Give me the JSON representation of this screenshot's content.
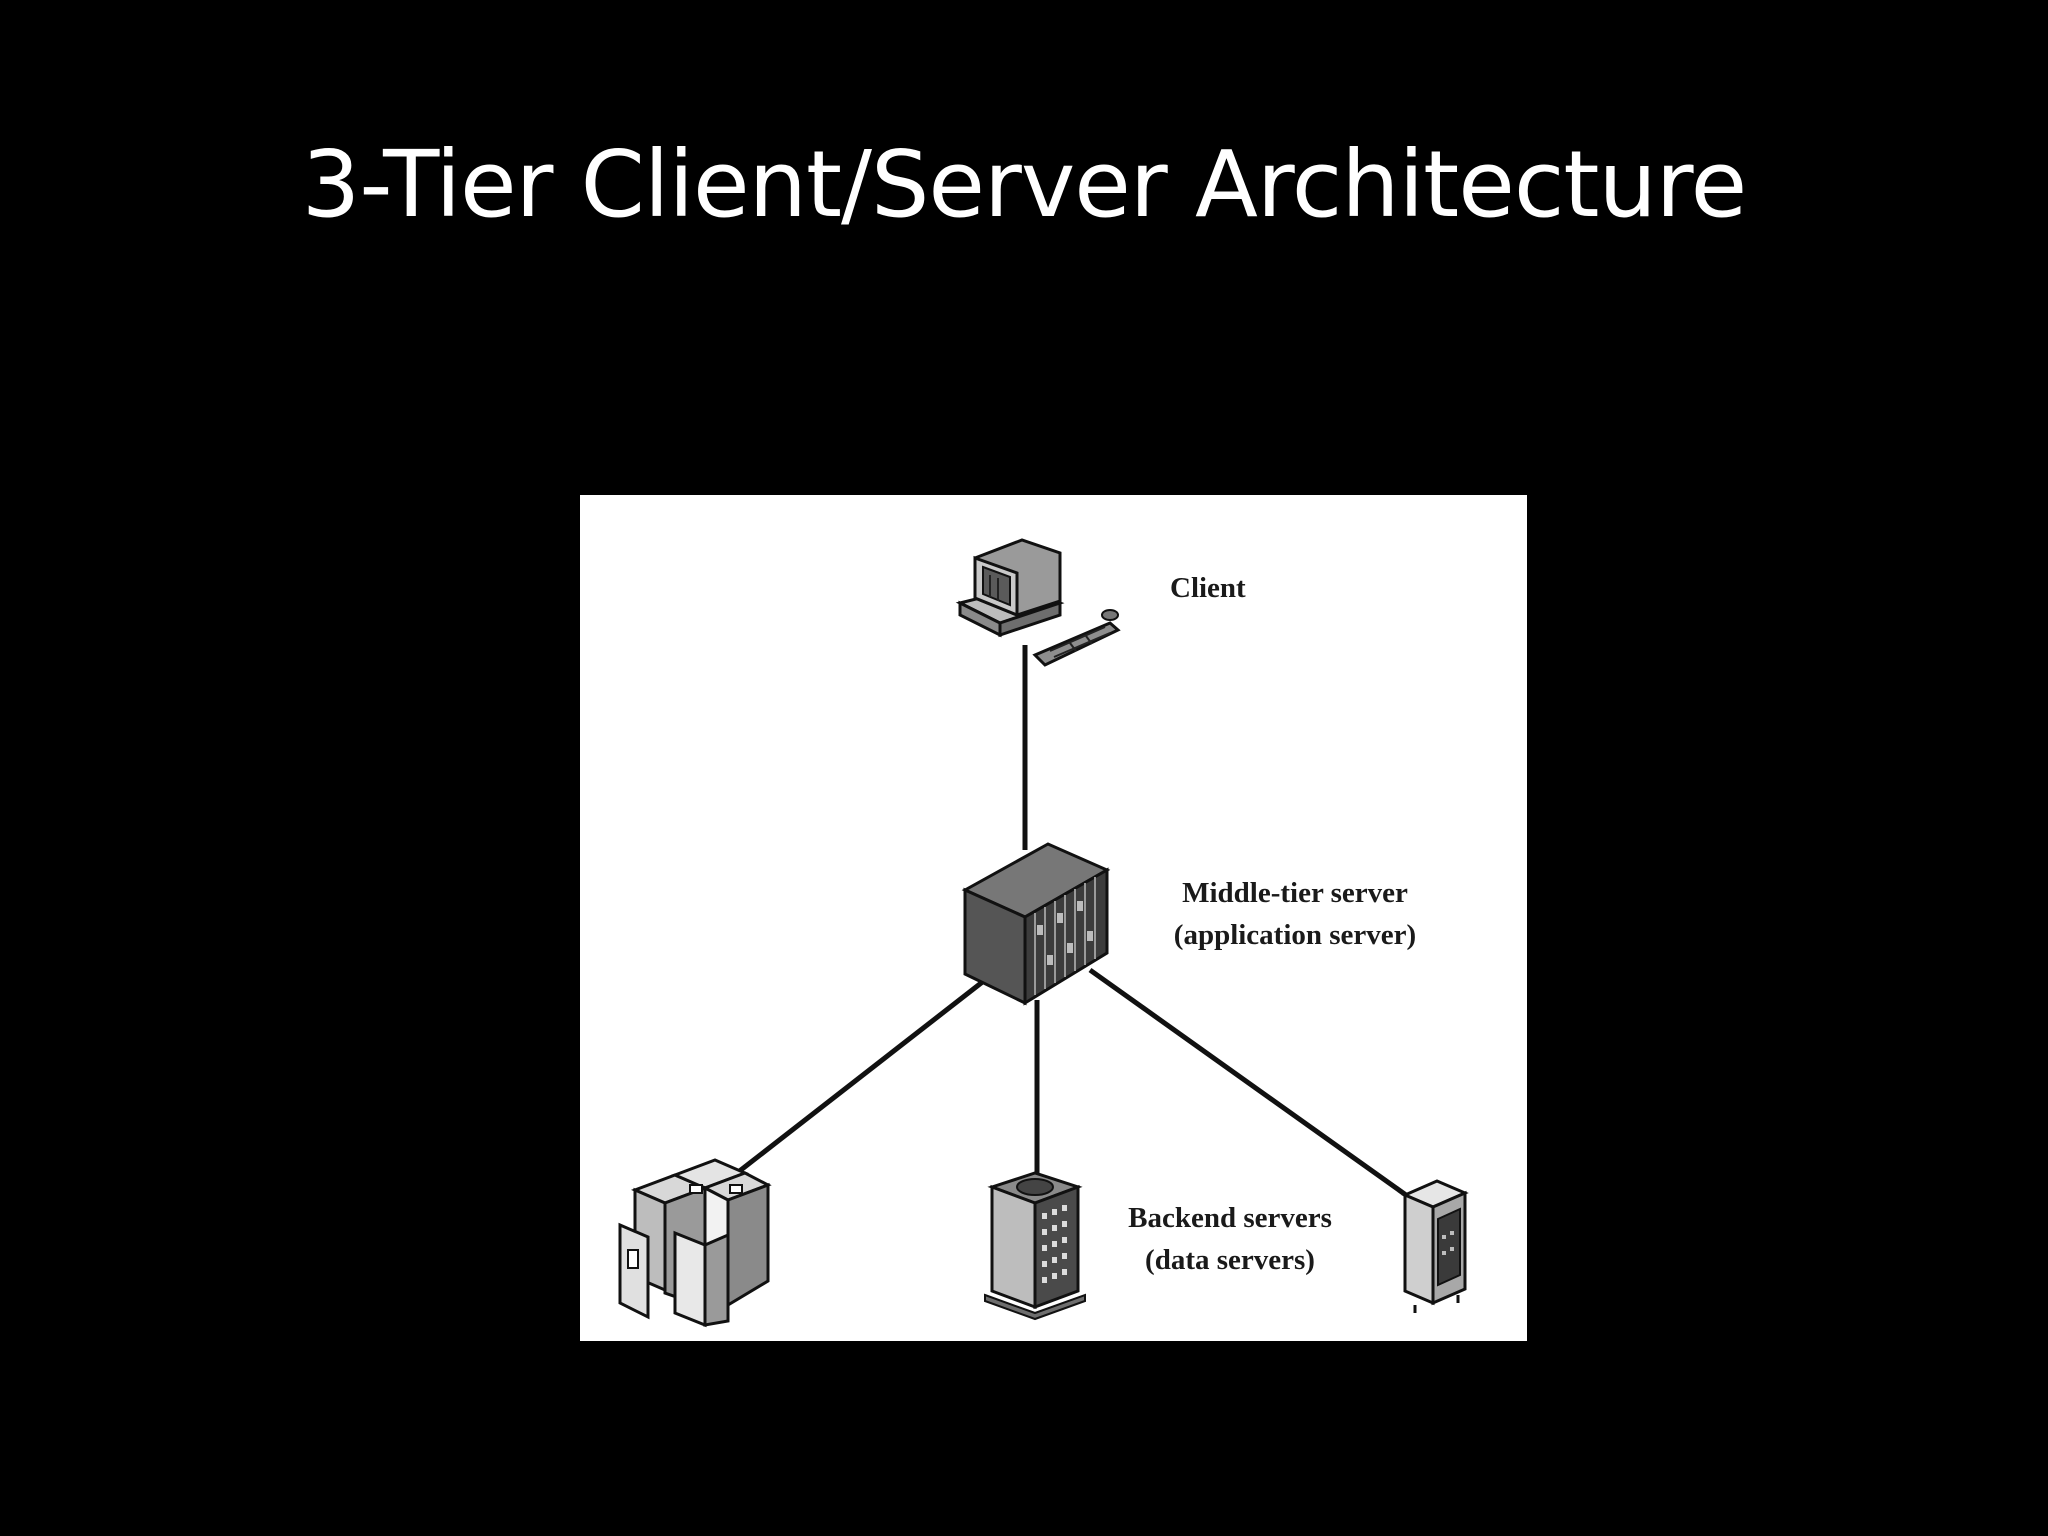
{
  "slide": {
    "title": "3-Tier Client/Server Architecture"
  },
  "diagram": {
    "client": {
      "label": "Client",
      "icon": "desktop-computer-icon"
    },
    "middle_tier": {
      "label_line1": "Middle-tier server",
      "label_line2": "(application server)",
      "icon": "server-cabinet-icon"
    },
    "backend": {
      "label_line1": "Backend servers",
      "label_line2": "(data servers)",
      "icons": [
        "mainframe-cluster-icon",
        "tower-server-icon",
        "small-server-icon"
      ]
    }
  }
}
